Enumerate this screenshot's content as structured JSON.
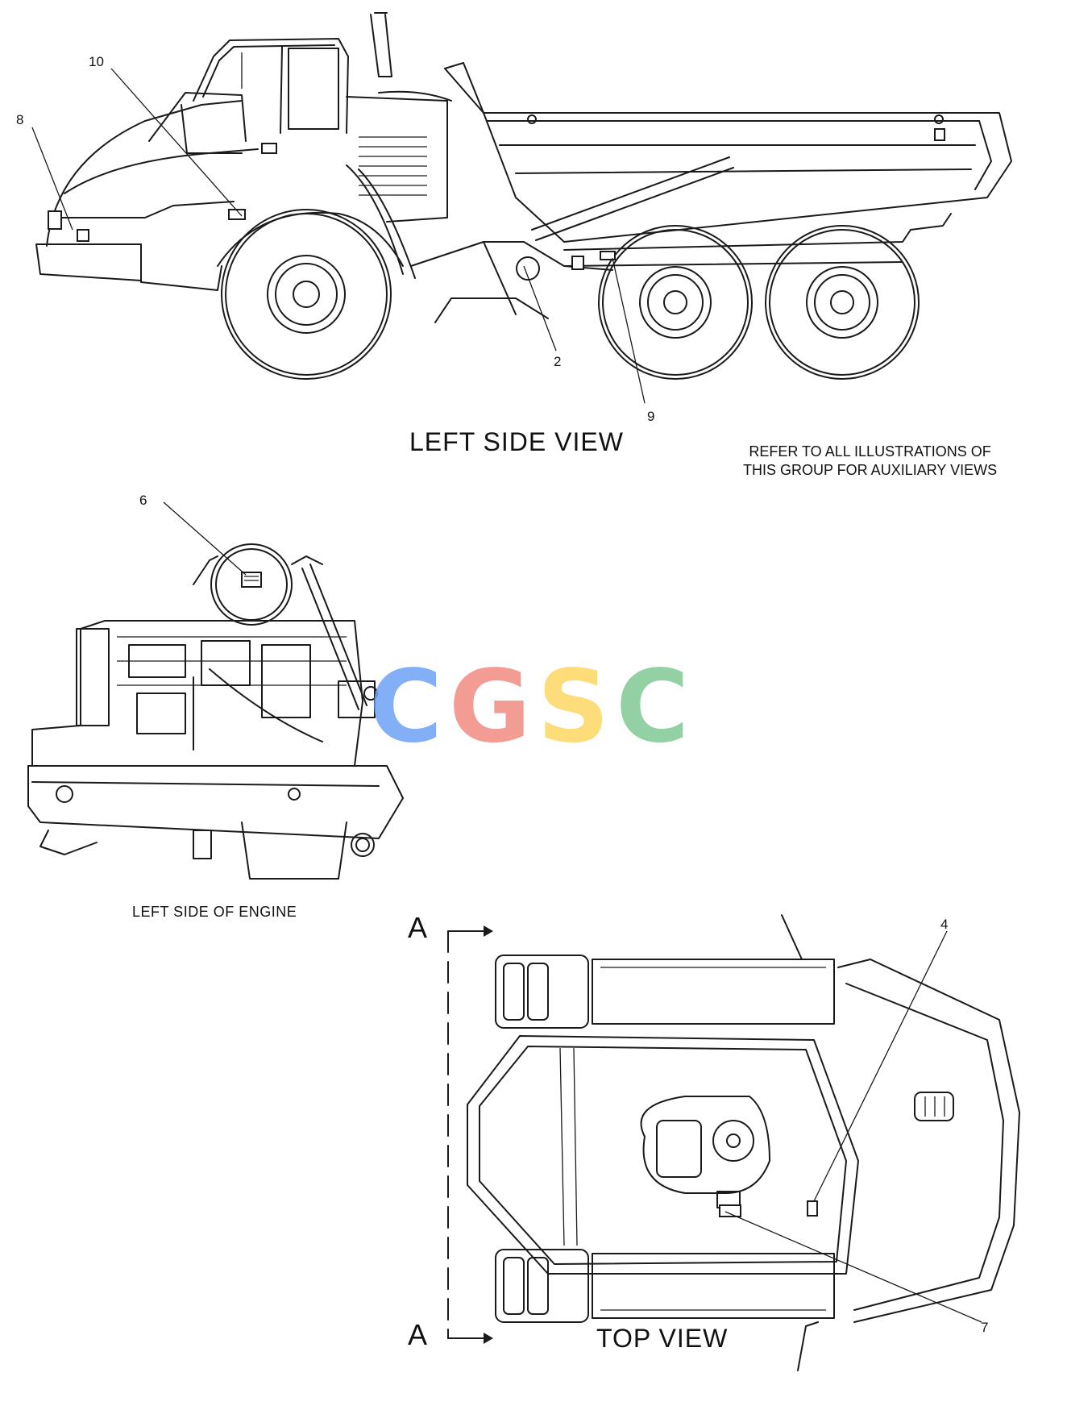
{
  "views": {
    "left_side": {
      "title": "LEFT SIDE VIEW"
    },
    "engine": {
      "title": "LEFT SIDE OF ENGINE"
    },
    "top": {
      "title": "TOP VIEW"
    }
  },
  "note": {
    "line1": "REFER TO ALL ILLUSTRATIONS OF",
    "line2": "THIS GROUP FOR AUXILIARY VIEWS"
  },
  "callouts": {
    "c10": "10",
    "c8": "8",
    "c2": "2",
    "c9": "9",
    "c6": "6",
    "c4": "4",
    "c7": "7"
  },
  "section": {
    "top": "A",
    "bottom": "A"
  },
  "watermark": {
    "letters": [
      "C",
      "G",
      "S",
      "C"
    ],
    "colors": [
      "#6ea2f5",
      "#f28b82",
      "#fdd663",
      "#81c995"
    ]
  }
}
